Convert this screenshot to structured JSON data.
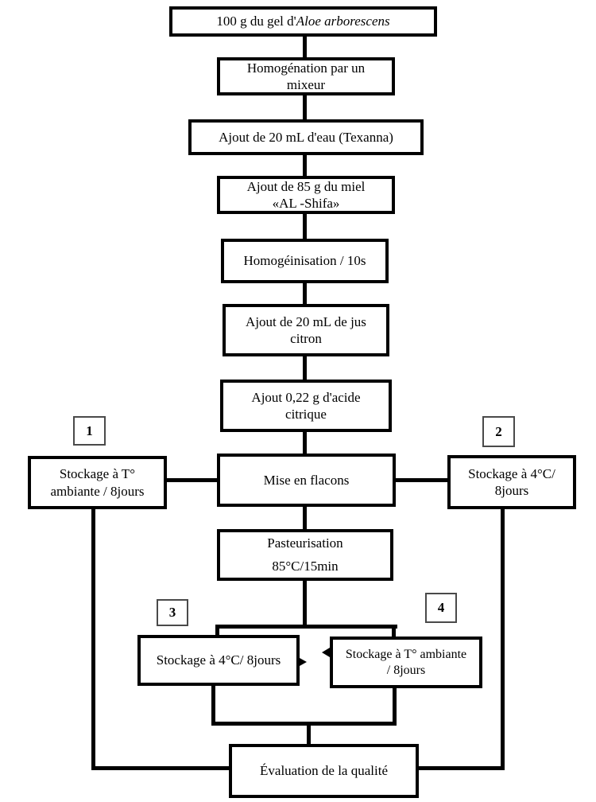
{
  "diagram": {
    "type": "flowchart",
    "language": "fr",
    "colors": {
      "line": "#000000",
      "background": "#ffffff",
      "text": "#000000",
      "label_border": "#4a4a4a"
    },
    "nodes": {
      "gel": {
        "prefix": "100 g du gel d'",
        "italic": "Aloe arborescens"
      },
      "homogenation": {
        "lines": [
          "Homogénation par un",
          "mixeur"
        ]
      },
      "eau": {
        "lines": [
          "Ajout de 20 mL d'eau (Texanna)"
        ]
      },
      "miel": {
        "lines": [
          "Ajout de 85 g du miel",
          "«AL -Shifa»"
        ]
      },
      "homogeinisation": {
        "lines": [
          "Homogéinisation / 10s"
        ]
      },
      "jus": {
        "lines": [
          "Ajout de 20 mL de jus",
          "citron"
        ]
      },
      "acide": {
        "lines": [
          "Ajout 0,22 g d'acide",
          "citrique"
        ]
      },
      "flacons": {
        "lines": [
          "Mise en flacons"
        ]
      },
      "pasteurisation": {
        "lines": [
          "Pasteurisation",
          "85°C/15min"
        ]
      },
      "stockage1": {
        "label": "1",
        "lines": [
          "Stockage à T°",
          "ambiante / 8jours"
        ]
      },
      "stockage2": {
        "label": "2",
        "lines": [
          "Stockage à 4°C/",
          "8jours"
        ]
      },
      "stockage3": {
        "label": "3",
        "lines": [
          "Stockage à 4°C/ 8jours"
        ]
      },
      "stockage4": {
        "label": "4",
        "lines": [
          "Stockage à T° ambiante",
          "/ 8jours"
        ]
      },
      "evaluation": {
        "lines": [
          "Évaluation de la qualité"
        ]
      }
    }
  }
}
